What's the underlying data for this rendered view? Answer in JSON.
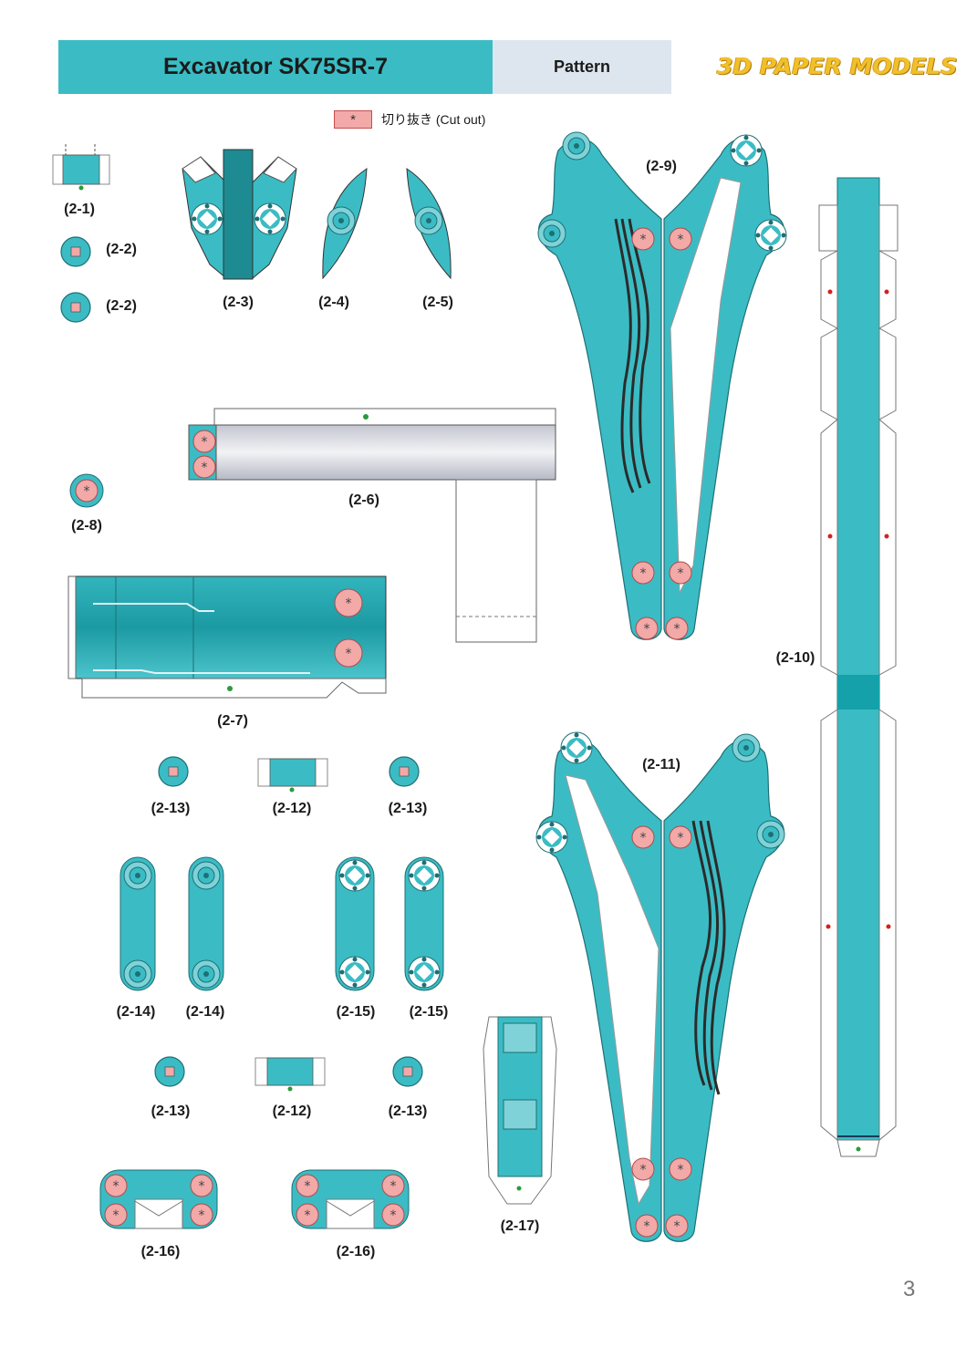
{
  "header": {
    "title": "Excavator SK75SR-7",
    "section": "Pattern",
    "logo_text": "3D PAPER MODELS"
  },
  "legend": {
    "symbol": "*",
    "text": "切り抜き (Cut out)"
  },
  "page_number": "3",
  "colors": {
    "teal": "#3bbcc4",
    "dark_teal": "#1e8f96",
    "pink": "#f2a9a8",
    "logo": "#f0c02b"
  },
  "parts": [
    {
      "id": "2-1",
      "label": "(2-1)"
    },
    {
      "id": "2-2a",
      "label": "(2-2)"
    },
    {
      "id": "2-2b",
      "label": "(2-2)"
    },
    {
      "id": "2-3",
      "label": "(2-3)"
    },
    {
      "id": "2-4",
      "label": "(2-4)"
    },
    {
      "id": "2-5",
      "label": "(2-5)"
    },
    {
      "id": "2-6",
      "label": "(2-6)"
    },
    {
      "id": "2-7",
      "label": "(2-7)"
    },
    {
      "id": "2-8",
      "label": "(2-8)"
    },
    {
      "id": "2-9",
      "label": "(2-9)"
    },
    {
      "id": "2-10",
      "label": "(2-10)"
    },
    {
      "id": "2-11",
      "label": "(2-11)"
    },
    {
      "id": "2-12a",
      "label": "(2-12)"
    },
    {
      "id": "2-12b",
      "label": "(2-12)"
    },
    {
      "id": "2-13a",
      "label": "(2-13)"
    },
    {
      "id": "2-13b",
      "label": "(2-13)"
    },
    {
      "id": "2-13c",
      "label": "(2-13)"
    },
    {
      "id": "2-13d",
      "label": "(2-13)"
    },
    {
      "id": "2-14a",
      "label": "(2-14)"
    },
    {
      "id": "2-14b",
      "label": "(2-14)"
    },
    {
      "id": "2-15a",
      "label": "(2-15)"
    },
    {
      "id": "2-15b",
      "label": "(2-15)"
    },
    {
      "id": "2-16a",
      "label": "(2-16)"
    },
    {
      "id": "2-16b",
      "label": "(2-16)"
    },
    {
      "id": "2-17",
      "label": "(2-17)"
    }
  ]
}
